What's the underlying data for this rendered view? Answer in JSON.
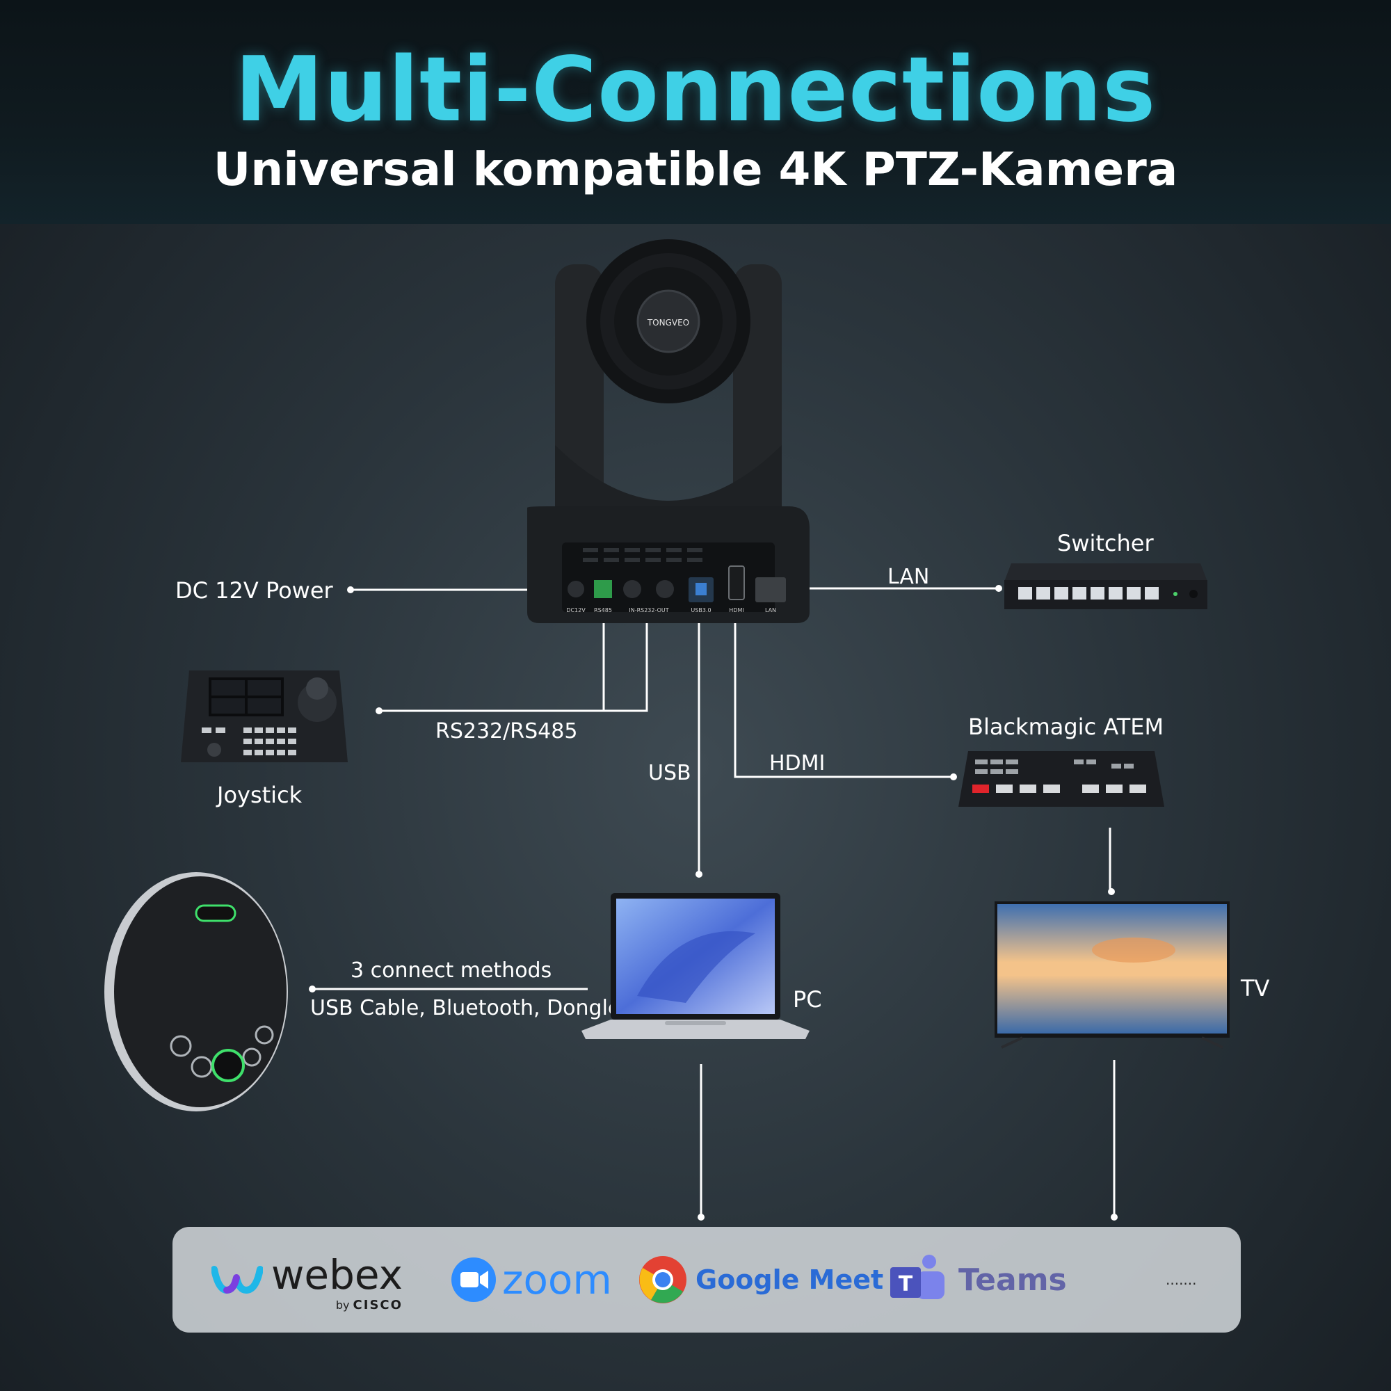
{
  "header": {
    "title": "Multi-Connections",
    "subtitle": "Universal kompatible 4K PTZ-Kamera"
  },
  "camera": {
    "brand": "TONGVEO",
    "ports": [
      "DC12V",
      "RS485",
      "IN-RS232-OUT",
      "USB3.0",
      "HDMI",
      "LAN"
    ]
  },
  "labels": {
    "power": "DC 12V Power",
    "lan": "LAN",
    "switcher": "Switcher",
    "rs": "RS232/RS485",
    "joystick": "Joystick",
    "usb": "USB",
    "hdmi": "HDMI",
    "atem": "Blackmagic ATEM",
    "methods_title": "3 connect methods",
    "methods_list": "USB Cable, Bluetooth, Dongle",
    "pc": "PC",
    "tv": "TV"
  },
  "apps": [
    {
      "name": "webex",
      "sub_by": "by",
      "sub_brand": "CISCO"
    },
    {
      "name": "zoom"
    },
    {
      "name": "Google Meet"
    },
    {
      "name": "Teams"
    },
    {
      "name": "......."
    }
  ],
  "colors": {
    "title": "#3fd0e6",
    "google_meet": "#2a6bd6",
    "zoom": "#2d8cff",
    "teams": "#6264a7",
    "webex_text": "#1c1c1c"
  }
}
